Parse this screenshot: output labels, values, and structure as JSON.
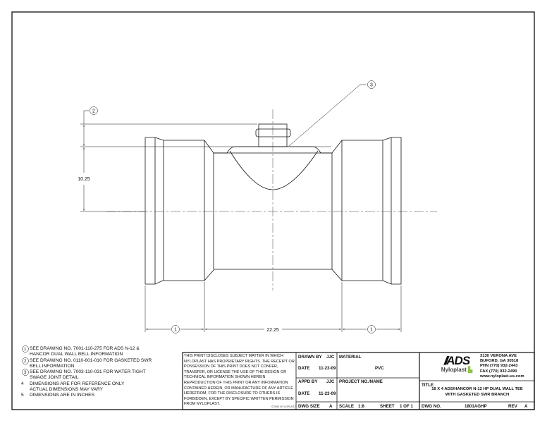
{
  "drawing": {
    "dimensions": {
      "height": "10.25",
      "length": "22.25",
      "bell_ref": "1"
    },
    "callouts": [
      "1",
      "2",
      "3"
    ]
  },
  "notes": [
    {
      "num": "1",
      "circled": true,
      "lines": [
        "SEE DRAWING NO. 7001-110-275 FOR ADS N-12 &",
        "HANCOR DUAL WALL BELL INFORMATION"
      ]
    },
    {
      "num": "2",
      "circled": true,
      "lines": [
        "SEE DRAWING NO. 0110-601-010 FOR GASKETED SWR",
        "BELL INFORMATION"
      ]
    },
    {
      "num": "3",
      "circled": true,
      "lines": [
        "SEE DRAWING NO. 7003-110-031 FOR WATER TIGHT",
        "SWAGE JOINT DETAIL"
      ]
    },
    {
      "num": "4",
      "circled": false,
      "lines": [
        "DIMENSIONS ARE FOR REFERENCE ONLY",
        "ACTUAL DIMENSIONS MAY VARY"
      ]
    },
    {
      "num": "5",
      "circled": false,
      "lines": [
        "DIMENSIONS ARE IN INCHES"
      ]
    }
  ],
  "disclaimer": {
    "text": "THIS PRINT DISCLOSES SUBJECT MATTER IN WHICH NYLOPLAST HAS PROPRIETARY RIGHTS. THE RECEIPT OR POSSESSION OF THIS PRINT DOES NOT CONFER, TRANSFER, OR LICENSE THE USE OF THE DESIGN OR TECHNICAL INFORMATION SHOWN HEREIN REPRODUCTION OF THIS PRINT OR ANY INFORMATION CONTAINED HEREIN, OR MANUFACTURE OF ANY ARTICLE HEREFROM, FOR THE DISCLOSURE TO OTHERS IS FORBIDDEN, EXCEPT BY SPECIFIC WRITTEN PERMISSION FROM NYLOPLAST.",
    "copyright": "©2009 NYLOPLAST"
  },
  "title_block": {
    "drawn_by_label": "DRAWN BY",
    "drawn_by": "JJC",
    "date_label": "DATE",
    "date1": "11-23-09",
    "appd_by_label": "APPD BY",
    "appd_by": "JJC",
    "date2": "11-23-09",
    "dwg_size_label": "DWG SIZE",
    "dwg_size": "A",
    "material_label": "MATERIAL",
    "material": "PVC",
    "project_label": "PROJECT NO./NAME",
    "scale_label": "SCALE",
    "scale": "1:8",
    "sheet_label": "SHEET",
    "sheet": "1 OF 1",
    "logo_text": "ADS",
    "logo_sub": "Nyloplast",
    "address": [
      "3130 VERONA AVE",
      "BUFORD, GA 30518",
      "PHN (770) 932-2443",
      "FAX (770) 932-2490",
      "www.nyloplast-us.com"
    ],
    "title_label": "TITLE",
    "title_lines": [
      "18 X 4 ADS/HANCOR N-12 HP DUAL WALL TEE",
      "WITH GASKETED SWR BRANCH"
    ],
    "dwg_no_label": "DWG NO.",
    "dwg_no": "1801AGHP",
    "rev_label": "REV",
    "rev": "A"
  },
  "colors": {
    "line": "#111111",
    "logo_accent": "#8dc63f"
  }
}
